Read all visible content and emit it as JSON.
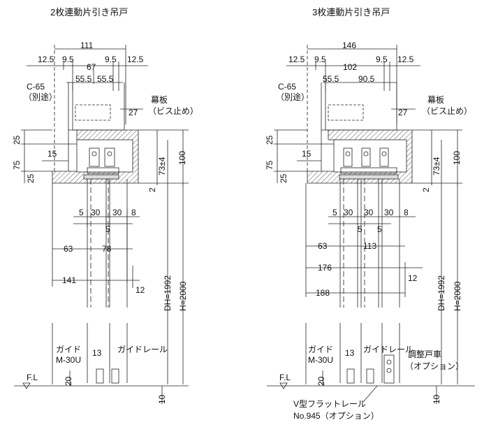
{
  "left": {
    "title": "2枚連動片引き吊戸",
    "dims": {
      "overall": "111",
      "s12a": "12.5",
      "s9a": "9.5",
      "s67": "67",
      "s9b": "9.5",
      "s12b": "12.5",
      "s55a": "55.5",
      "s55b": "55.5",
      "s27": "27",
      "s25a": "25",
      "s75": "75",
      "s25b": "25",
      "s15": "15",
      "s100": "100",
      "s73": "73±4",
      "s2": "2",
      "r5a": "5",
      "r30a": "30",
      "r30b": "30",
      "r8": "8",
      "r5b": "5",
      "d63": "63",
      "d78": "78",
      "d141": "141",
      "d12": "12",
      "dh": "DH=1992",
      "h": "H=2000",
      "g13": "13",
      "g20": "20",
      "g10": "10"
    },
    "labels": {
      "c65": "C-65",
      "betsu": "（別途）",
      "makuita": "幕板",
      "bisu": "（ビス止め）",
      "guide": "ガイド",
      "m30u": "M-30U",
      "guiderail": "ガイドレール",
      "fl": "F.L"
    }
  },
  "right": {
    "title": "3枚連動片引き吊戸",
    "dims": {
      "overall": "146",
      "s12a": "12.5",
      "s9a": "9.5",
      "s102": "102",
      "s9b": "9.5",
      "s12b": "12.5",
      "s55": "55.5",
      "s90": "90.5",
      "s27": "27",
      "s25a": "25",
      "s75": "75",
      "s25b": "25",
      "s15": "15",
      "s100": "100",
      "s73": "73±4",
      "s2": "2",
      "r5a": "5",
      "r30a": "30",
      "r30b": "30",
      "r30c": "30",
      "r8": "8",
      "r5b": "5",
      "r5c": "5",
      "d63": "63",
      "d113": "113",
      "d176": "176",
      "d12": "12",
      "d188": "188",
      "dh": "DH=1992",
      "h": "H=2000",
      "g13": "13",
      "g20": "20",
      "g10": "10"
    },
    "labels": {
      "c65": "C-65",
      "betsu": "（別途）",
      "makuita": "幕板",
      "bisu": "（ビス止め）",
      "guide": "ガイド",
      "m30u": "M-30U",
      "guiderail": "ガイドレール",
      "chosei": "調整戸車",
      "option1": "（オプション）",
      "vrail": "V型フラットレール",
      "no945": "No.945（オプション）",
      "fl": "F.L"
    }
  }
}
